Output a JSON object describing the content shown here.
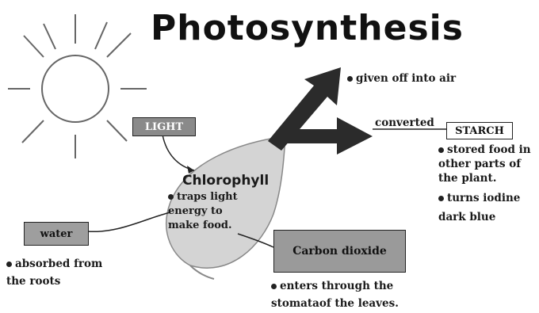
{
  "title": "Photosynthesis",
  "labels": {
    "light": "LIGHT",
    "chlorophyll": "Chlorophyll",
    "water": "water",
    "carbon_dioxide": "Carbon dioxide",
    "starch": "STARCH",
    "converted": "converted"
  },
  "notes": {
    "chlorophyll_note": "traps light energy to make food.",
    "oxygen_note": "given off into air",
    "starch_note_1": "stored food in other parts of the plant.",
    "starch_note_2": "turns iodine dark blue",
    "water_note": "absorbed from the roots",
    "co2_note": "enters through the stomataof the leaves."
  },
  "colors": {
    "leaf": "#d4d4d4",
    "arrow": "#2b2b2b",
    "box_dark": "#8a8a8a"
  }
}
